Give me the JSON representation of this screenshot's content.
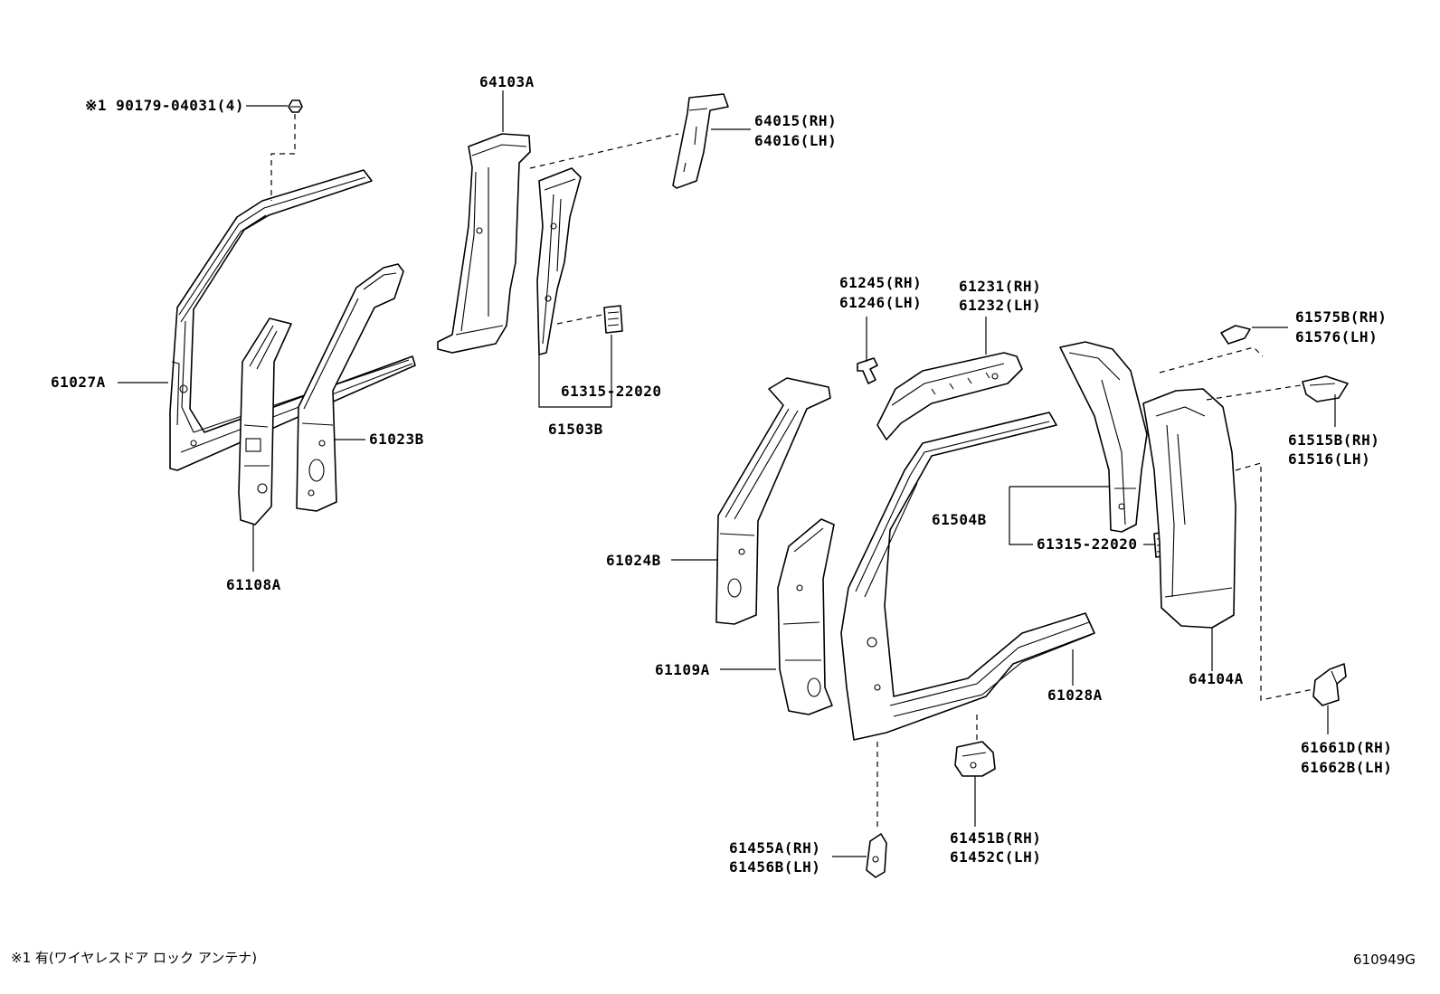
{
  "labels": {
    "p90179": "※1 90179-04031(4)",
    "p64103A": "64103A",
    "p64015": "64015(RH)",
    "p64016": "64016(LH)",
    "p61027A": "61027A",
    "p61023B": "61023B",
    "p61108A": "61108A",
    "p61315a": "61315-22020",
    "p61503B": "61503B",
    "p61245": "61245(RH)",
    "p61246": "61246(LH)",
    "p61231": "61231(RH)",
    "p61232": "61232(LH)",
    "p61575B": "61575B(RH)",
    "p61576": "61576(LH)",
    "p61515B": "61515B(RH)",
    "p61516": "61516(LH)",
    "p61504B": "61504B",
    "p61315b": "61315-22020",
    "p61024B": "61024B",
    "p61109A": "61109A",
    "p61028A": "61028A",
    "p64104A": "64104A",
    "p61661D": "61661D(RH)",
    "p61662B": "61662B(LH)",
    "p61455A": "61455A(RH)",
    "p61456B": "61456B(LH)",
    "p61451B": "61451B(RH)",
    "p61452C": "61452C(LH)"
  },
  "footnote": "※1 有(ワイヤレスドア ロック アンテナ)",
  "diagram_code": "610949G"
}
